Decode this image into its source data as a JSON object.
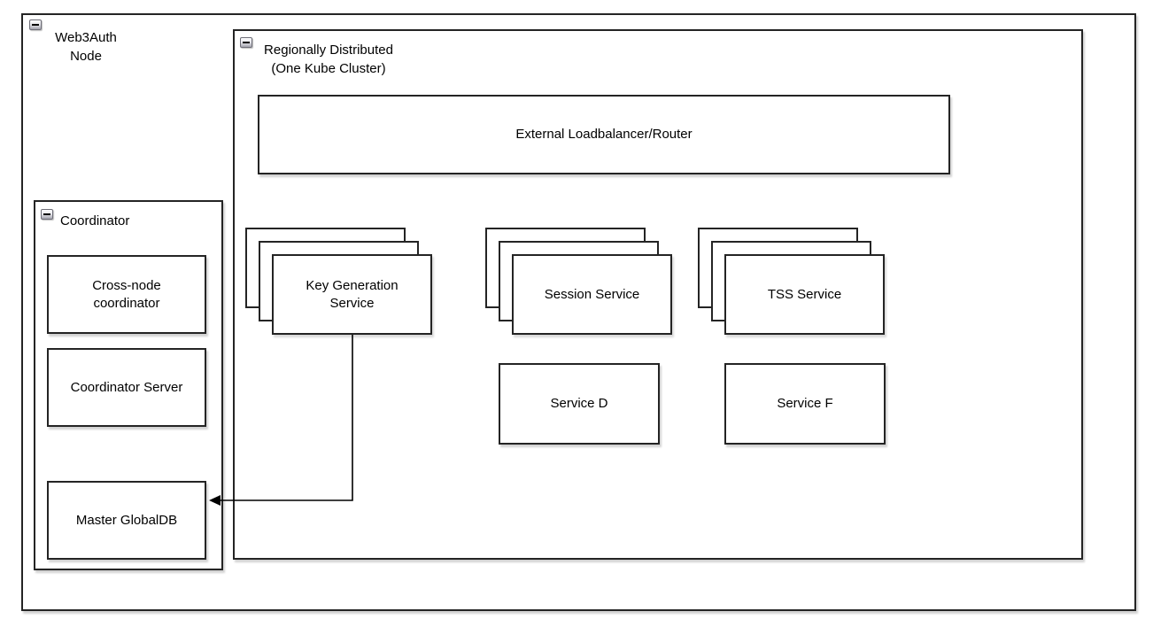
{
  "containers": {
    "web3auth": {
      "label_lines": [
        "Web3Auth",
        "Node"
      ]
    },
    "regional": {
      "label_lines": [
        "Regionally Distributed",
        "(One Kube Cluster)"
      ]
    },
    "coordinator": {
      "label": "Coordinator"
    }
  },
  "nodes": {
    "external_lb": {
      "label": "External Loadbalancer/Router"
    },
    "cross_node": {
      "label_lines": [
        "Cross-node",
        "coordinator"
      ]
    },
    "coordinator_server": {
      "label": "Coordinator Server"
    },
    "master_globaldb": {
      "label": "Master GlobalDB"
    },
    "key_generation": {
      "label_lines": [
        "Key Generation",
        "Service"
      ]
    },
    "session_service": {
      "label": "Session Service"
    },
    "tss_service": {
      "label": "TSS Service"
    },
    "service_d": {
      "label": "Service D"
    },
    "service_f": {
      "label": "Service F"
    }
  },
  "icons": {
    "collapse": "minus-icon"
  },
  "connections": [
    {
      "from": "Key Generation Service",
      "to": "Master GlobalDB",
      "style": "orthogonal",
      "arrow": "filled-left"
    }
  ],
  "colors": {
    "stroke": "#242424",
    "fill": "#ffffff",
    "text": "#000000"
  }
}
